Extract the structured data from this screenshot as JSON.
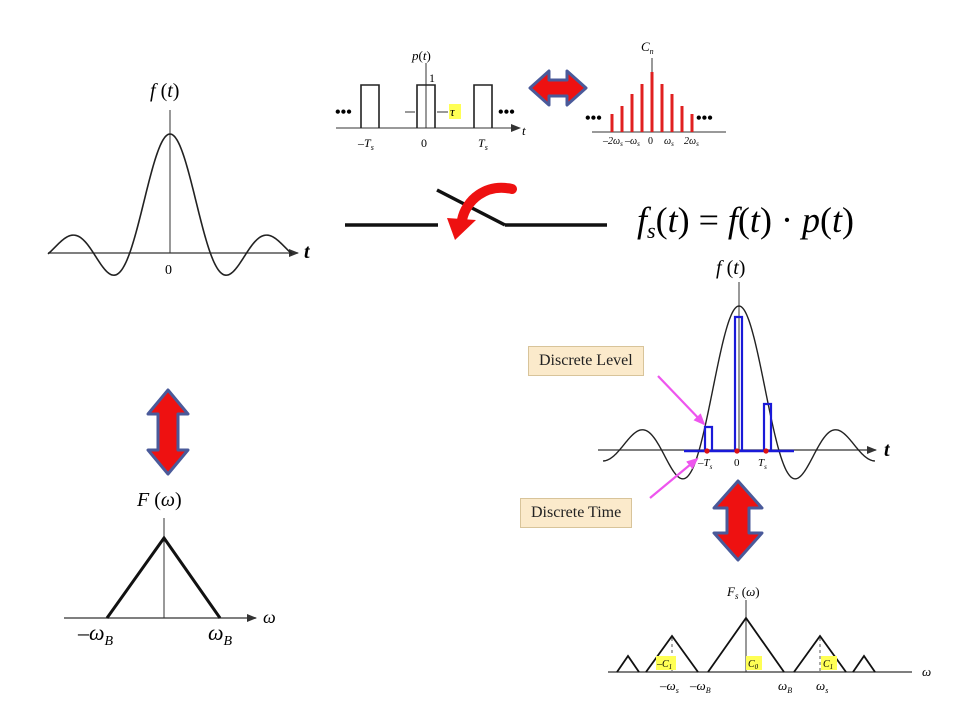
{
  "colors": {
    "axis": "#333333",
    "curve": "#222222",
    "sample": "#1a1ad8",
    "spectrum": "#e02020",
    "arrow_fill": "#ee1111",
    "arrow_stroke": "#4a5a9a",
    "pointer": "#ee55ee",
    "label_bg": "#fbeacb",
    "highlight": "#ffff55"
  },
  "top_left": {
    "func": "f",
    "var": "t",
    "axis": "t",
    "origin": "0"
  },
  "pulse_train": {
    "func": "p",
    "var": "t",
    "height": "1",
    "tau": "τ",
    "ticks": [
      "–T",
      "0",
      "T"
    ],
    "sub": "s",
    "axis": "t",
    "dots": "•••"
  },
  "spectrum": {
    "symbol": "C",
    "sub": "n",
    "ticks": [
      "–2ω",
      "–ω",
      "0",
      "ω",
      "2ω"
    ],
    "tick_sub": "s",
    "dots": "•••"
  },
  "equation": {
    "lhs_func": "f",
    "lhs_sub": "s",
    "var": "t",
    "rhs_a": "f",
    "rhs_b": "p",
    "eq": "=",
    "dot": "·"
  },
  "sampled": {
    "func": "f",
    "var": "t",
    "axis": "t",
    "ticks": [
      "–T",
      "0",
      "T"
    ],
    "sub": "s"
  },
  "labels": {
    "level": "Discrete Level",
    "time": "Discrete Time"
  },
  "spectrum_left": {
    "func": "F",
    "var": "ω",
    "axis": "ω",
    "neg": "–ω",
    "pos": "ω",
    "sub": "B"
  },
  "spectrum_right": {
    "func": "F",
    "sub": "s",
    "var": "ω",
    "axis": "ω",
    "coef": [
      "–C",
      "C",
      "C"
    ],
    "coef_sub": [
      "1",
      "0",
      "1"
    ],
    "ticks": [
      "–ω",
      "–ω",
      "ω",
      "ω"
    ],
    "tick_sub": [
      "s",
      "B",
      "B",
      "s"
    ]
  }
}
